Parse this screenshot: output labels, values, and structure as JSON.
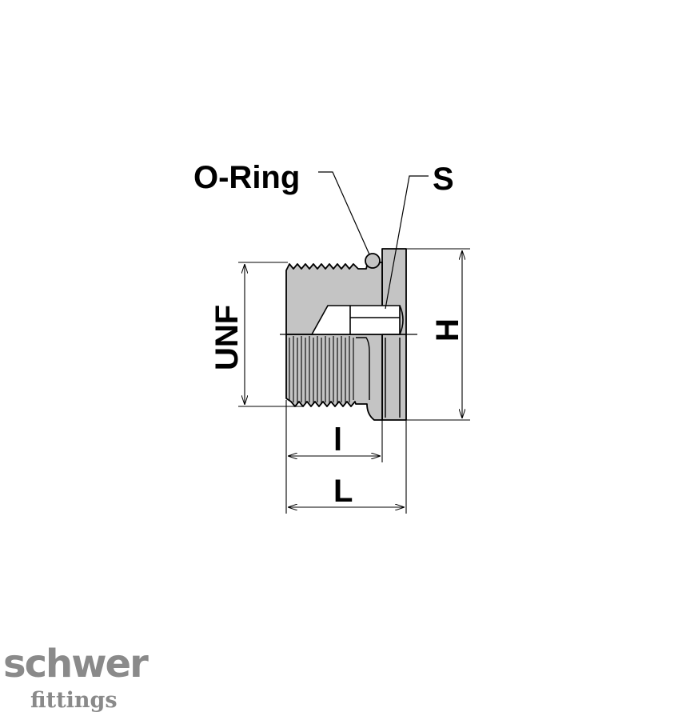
{
  "labels": {
    "o_ring": "O-Ring",
    "s": "S",
    "unf": "UNF",
    "h": "H",
    "l_small": "l",
    "l_big": "L"
  },
  "logo": {
    "name": "schwer",
    "sub": "fittings",
    "color": "#8a8a8a"
  },
  "colors": {
    "body_fill": "#c4c4c4",
    "line": "#000000"
  }
}
